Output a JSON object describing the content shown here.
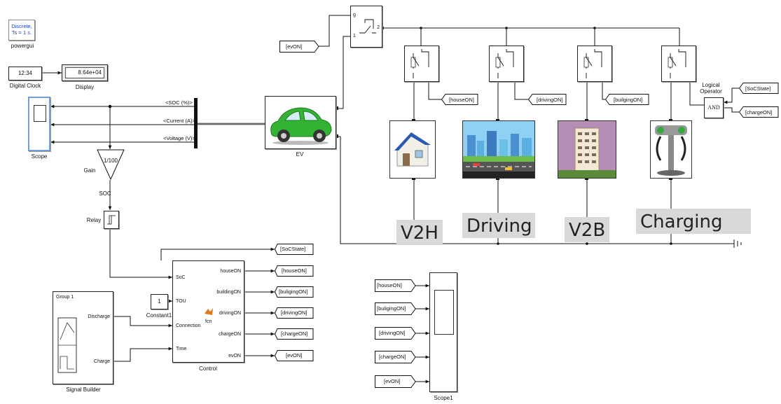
{
  "blocks": {
    "powergui": {
      "text": "Discrete,\nTs = 1 s.",
      "label": "powergui"
    },
    "digital_clock": {
      "value": "12:34",
      "label": "Digital Clock"
    },
    "display": {
      "value": "8.64e+04",
      "label": "Display"
    },
    "scope": {
      "label": "Scope"
    },
    "bus_selector": {
      "outputs": [
        "<SOC (%)>",
        "<Current (A)>",
        "<Voltage (V)>"
      ]
    },
    "ev": {
      "label": "EV"
    },
    "gain": {
      "value": "1/100",
      "label": "Gain",
      "output_label": "SOC"
    },
    "relay": {
      "label": "Relay"
    },
    "control": {
      "label": "Control",
      "icon_text": "fcn",
      "inputs": [
        "SoC",
        "TOU",
        "Connection",
        "Time"
      ],
      "outputs": [
        "houseON",
        "buildingON",
        "drivingON",
        "chargeON",
        "evON"
      ]
    },
    "constant": {
      "value": "1",
      "label": "Constant1"
    },
    "signal_builder": {
      "group": "Group 1",
      "outputs": [
        "Discharge",
        "Charge"
      ],
      "label": "Signal Builder"
    },
    "scope1": {
      "label": "Scope1"
    },
    "logical_operator": {
      "label": "Logical\nOperator",
      "text": "AND"
    },
    "main_switch": {
      "ports": [
        "g",
        "1",
        "2"
      ]
    }
  },
  "tags": {
    "goto_soc_state": "[SoCState]",
    "goto_house": "[houseON]",
    "goto_building": "[buligingON]",
    "goto_driving": "[drivingON]",
    "goto_charge": "[chargeON]",
    "goto_ev": "[evON]",
    "from_ev": "[evON]",
    "from_house": "[houseON]",
    "from_driving": "[drivingON]",
    "from_building": "[builgingON]",
    "from_socstate": "[SoCState]",
    "from_charge": "[chargeON]",
    "scope1_inputs": [
      "[houseON]",
      "[buligingON]",
      "[drivingON]",
      "[chargeON]",
      "[evON]"
    ]
  },
  "captions": {
    "v2h": "V2H",
    "driving": "Driving",
    "v2b": "V2B",
    "charging": "Charging"
  },
  "colors": {
    "selected_border": "#6f9fd8",
    "caption_bg": "#d9d9d9",
    "car_green": "#34b233",
    "powergui_text": "#1a3fd1"
  }
}
